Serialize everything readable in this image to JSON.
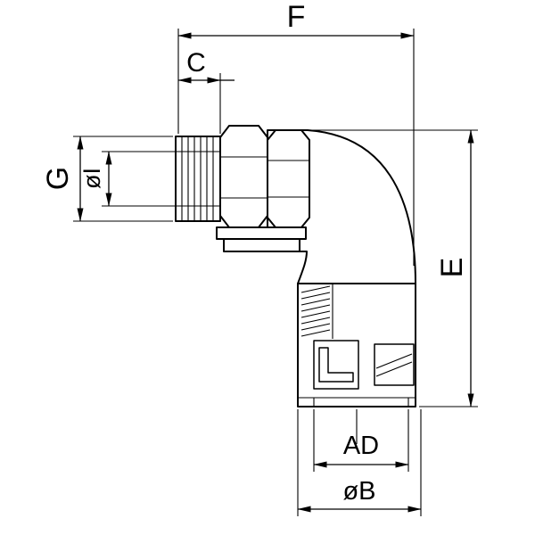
{
  "drawing": {
    "labels": {
      "F": "F",
      "C": "C",
      "G": "G",
      "I": "øI",
      "E": "E",
      "AD": "AD",
      "B": "øB"
    },
    "colors": {
      "line": "#000000",
      "background": "#ffffff"
    }
  }
}
